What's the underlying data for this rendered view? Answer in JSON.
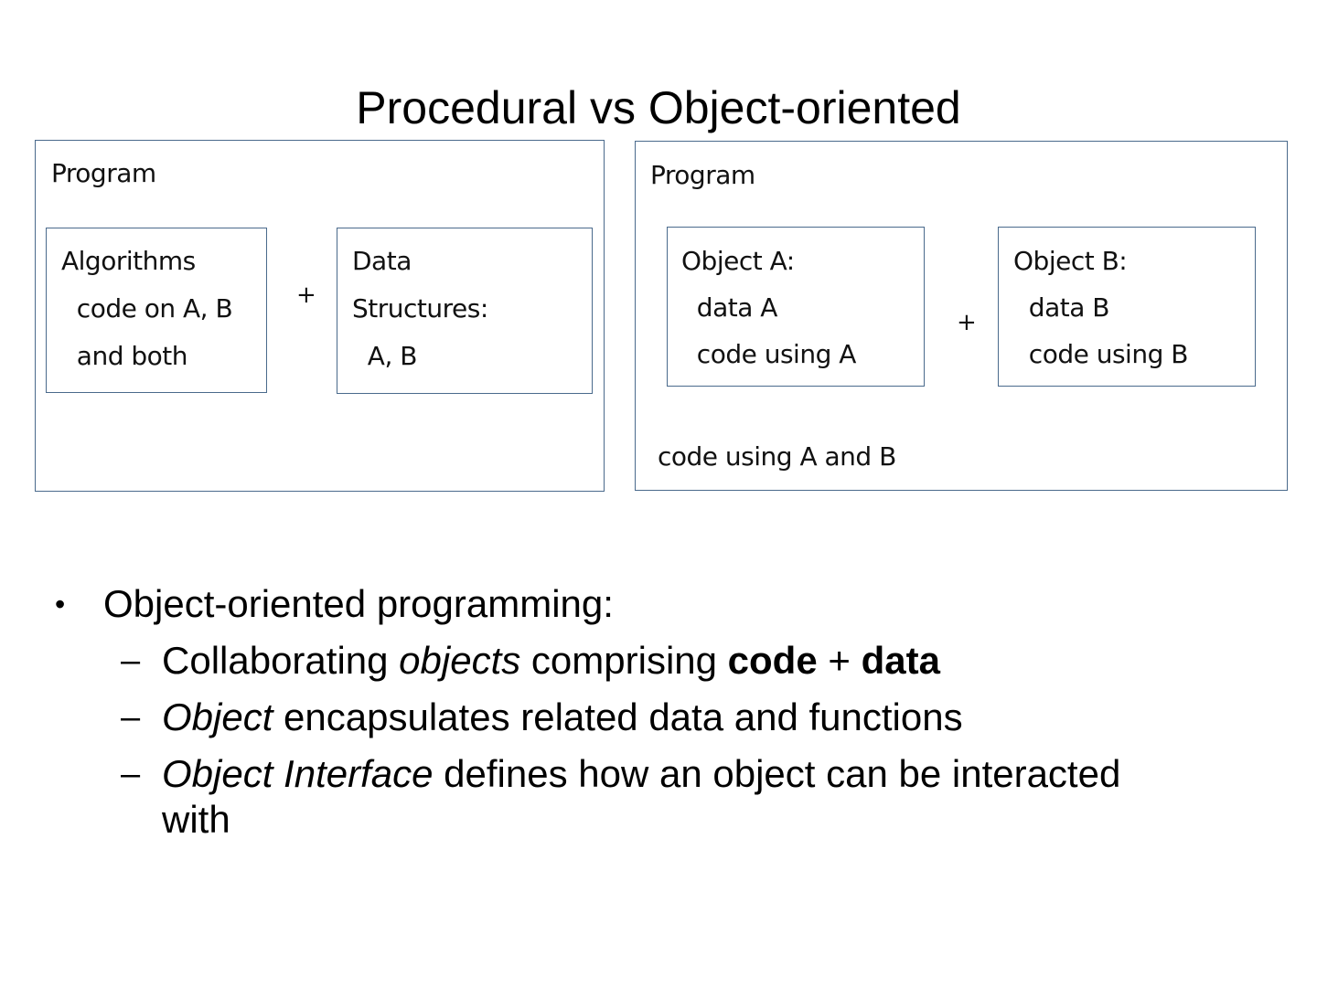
{
  "slide": {
    "title": "Procedural vs Object-oriented"
  },
  "procedural": {
    "program_label": "Program",
    "algorithms_box": [
      "Algorithms",
      "  code on A, B",
      "  and both"
    ],
    "plus": "+",
    "data_box": [
      "Data",
      "Structures:",
      "  A, B"
    ]
  },
  "object_oriented": {
    "program_label": "Program",
    "object_a_box": [
      "Object A:",
      "  data A",
      "  code using A"
    ],
    "plus": "+",
    "object_b_box": [
      "Object B:",
      "  data B",
      "  code using B"
    ],
    "footer": "code using A and B"
  },
  "bullets": {
    "marker_l1": "•",
    "marker_l2": "–",
    "heading": "Object-oriented programming:",
    "item1": {
      "t1": "Collaborating ",
      "t2": "objects",
      "t3": " comprising ",
      "t4": "code",
      "t5": " + ",
      "t6": "data"
    },
    "item2": {
      "t1": "Object",
      "t2": " encapsulates related data and functions"
    },
    "item3": {
      "t1": "Object Interface",
      "t2": " defines how an object can be interacted with"
    }
  }
}
